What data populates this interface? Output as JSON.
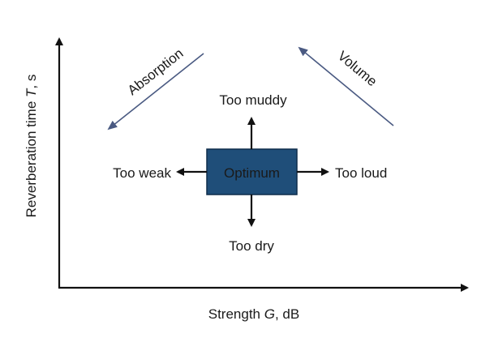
{
  "axes": {
    "x_label_prefix": "Strength ",
    "x_label_var": "G",
    "x_label_suffix": ", dB",
    "y_label_prefix": "Reverberation time ",
    "y_label_var": "T",
    "y_label_suffix": ", s"
  },
  "center_box": {
    "label": "Optimum",
    "fill": "#1f4e79",
    "text_color": "#ffffff"
  },
  "directions": {
    "up": "Too muddy",
    "down": "Too dry",
    "left": "Too weak",
    "right": "Too loud"
  },
  "trends": {
    "absorption": "Absorption",
    "volume": "Volume",
    "arrow_color": "#4a5a82"
  }
}
